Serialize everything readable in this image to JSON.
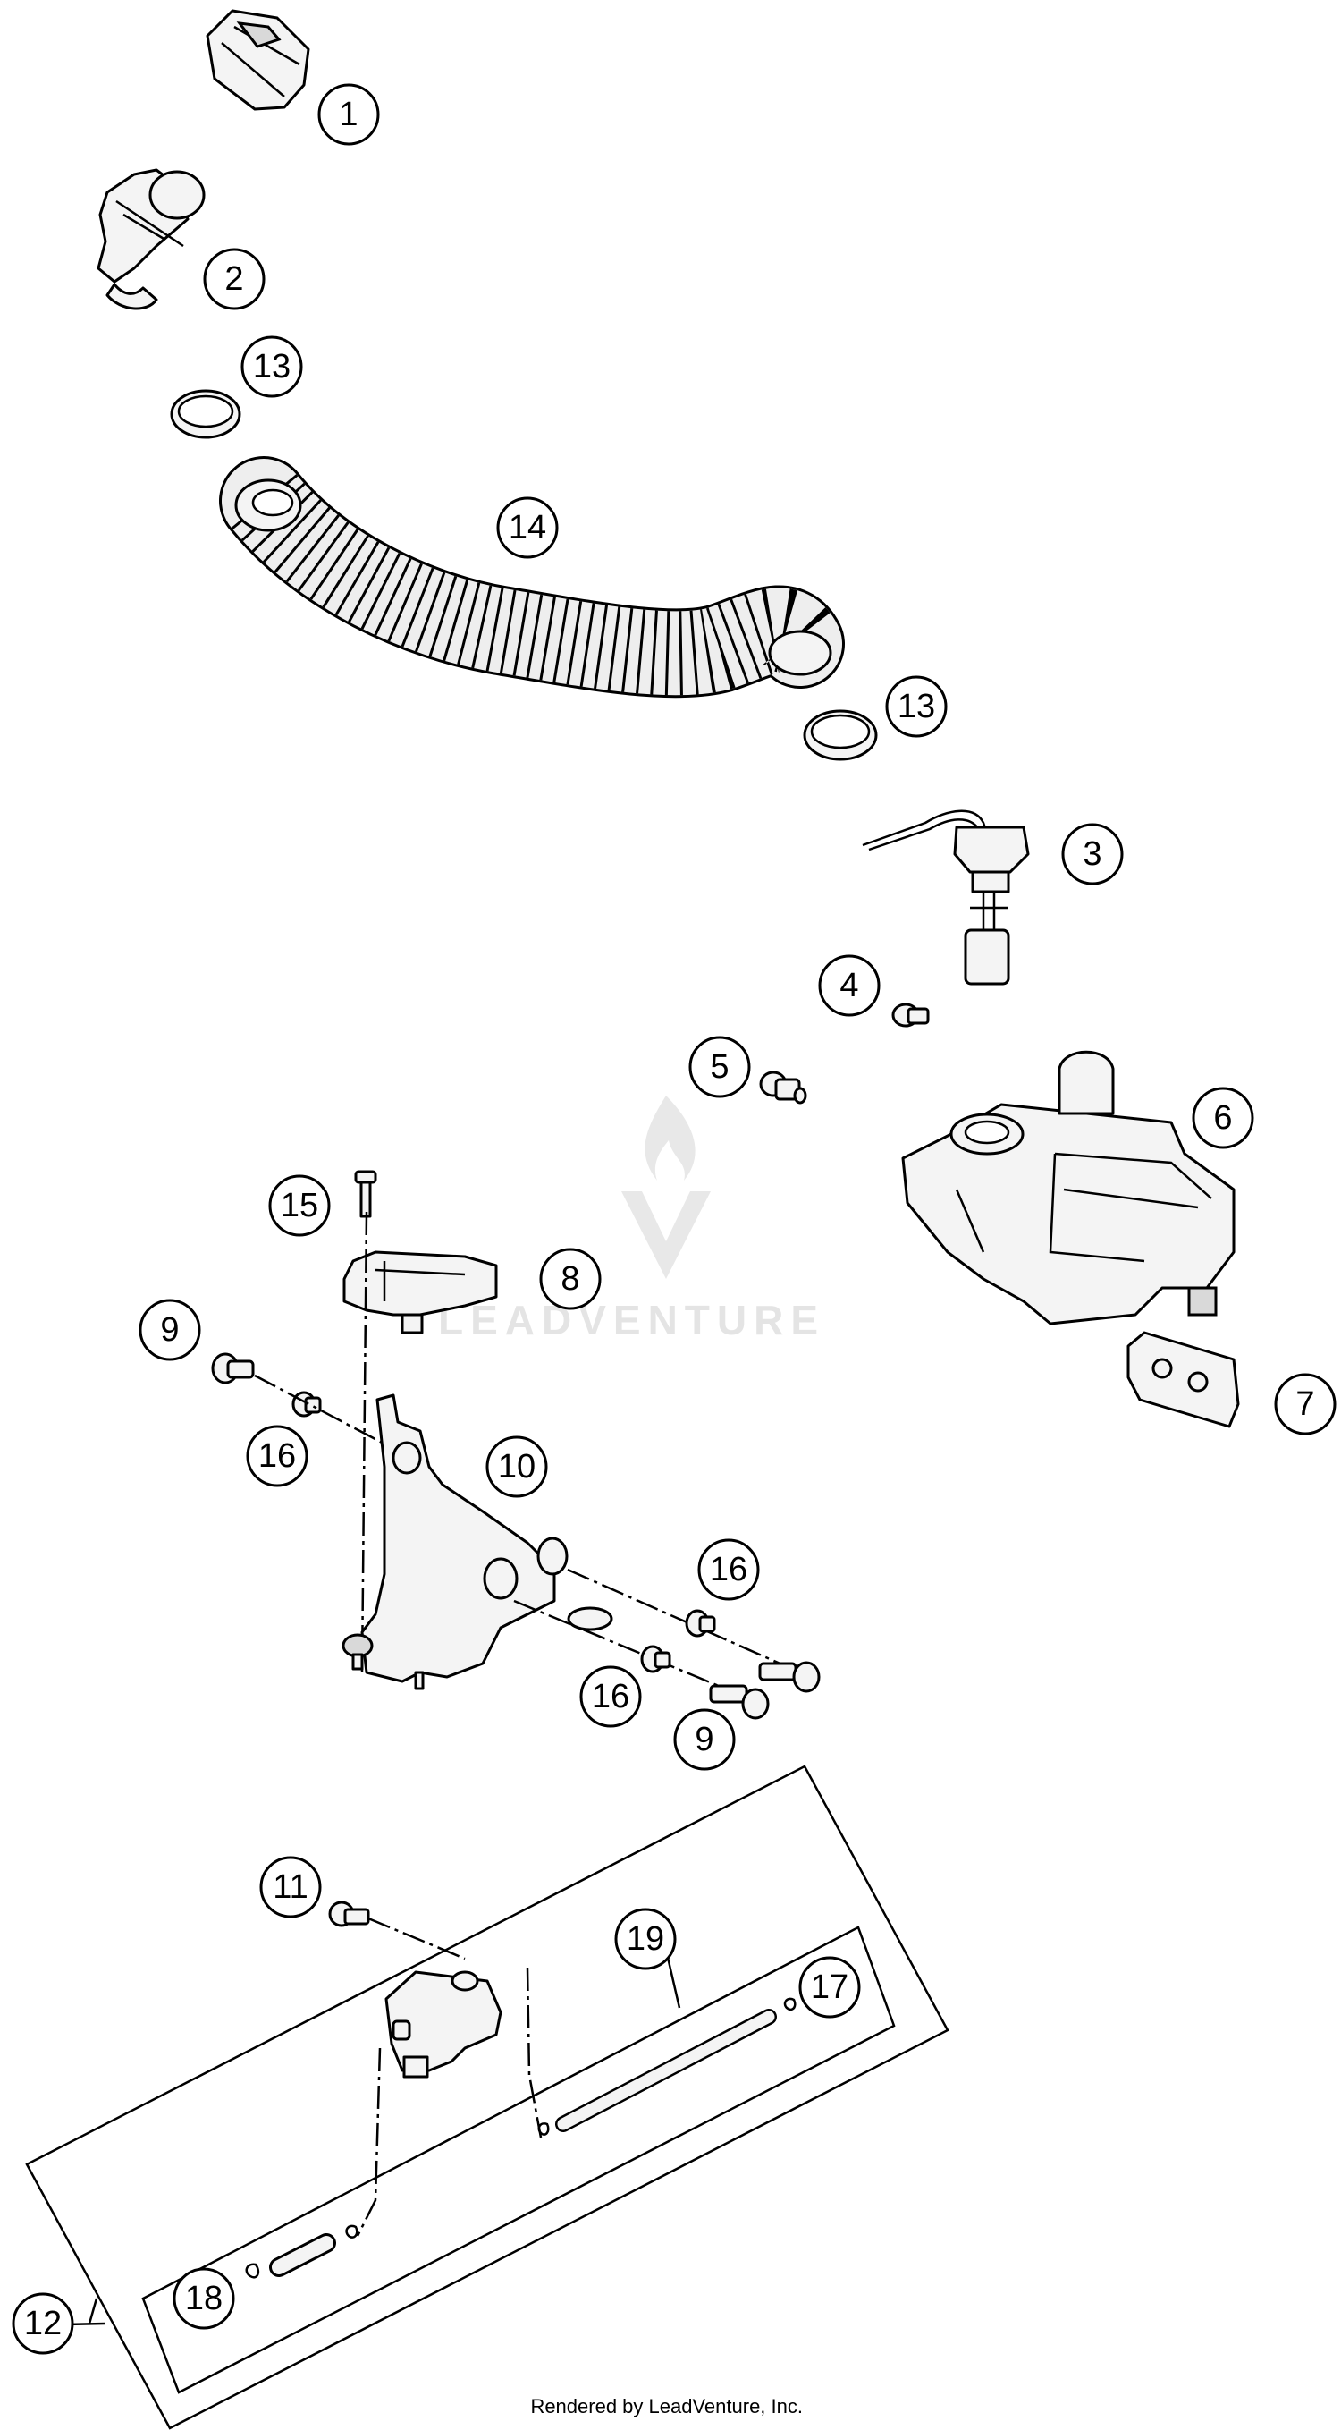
{
  "callouts": [
    {
      "id": "c1",
      "label": "1"
    },
    {
      "id": "c2",
      "label": "2"
    },
    {
      "id": "c13a",
      "label": "13"
    },
    {
      "id": "c14",
      "label": "14"
    },
    {
      "id": "c13b",
      "label": "13"
    },
    {
      "id": "c3",
      "label": "3"
    },
    {
      "id": "c4",
      "label": "4"
    },
    {
      "id": "c5",
      "label": "5"
    },
    {
      "id": "c6",
      "label": "6"
    },
    {
      "id": "c7",
      "label": "7"
    },
    {
      "id": "c15",
      "label": "15"
    },
    {
      "id": "c8",
      "label": "8"
    },
    {
      "id": "c9a",
      "label": "9"
    },
    {
      "id": "c16a",
      "label": "16"
    },
    {
      "id": "c10",
      "label": "10"
    },
    {
      "id": "c16b",
      "label": "16"
    },
    {
      "id": "c16c",
      "label": "16"
    },
    {
      "id": "c9b",
      "label": "9"
    },
    {
      "id": "c11",
      "label": "11"
    },
    {
      "id": "c19",
      "label": "19"
    },
    {
      "id": "c17",
      "label": "17"
    },
    {
      "id": "c12",
      "label": "12"
    },
    {
      "id": "c18",
      "label": "18"
    }
  ],
  "watermark": {
    "brand": "LEADVENTURE"
  },
  "footer": {
    "credit": "Rendered by LeadVenture, Inc."
  }
}
